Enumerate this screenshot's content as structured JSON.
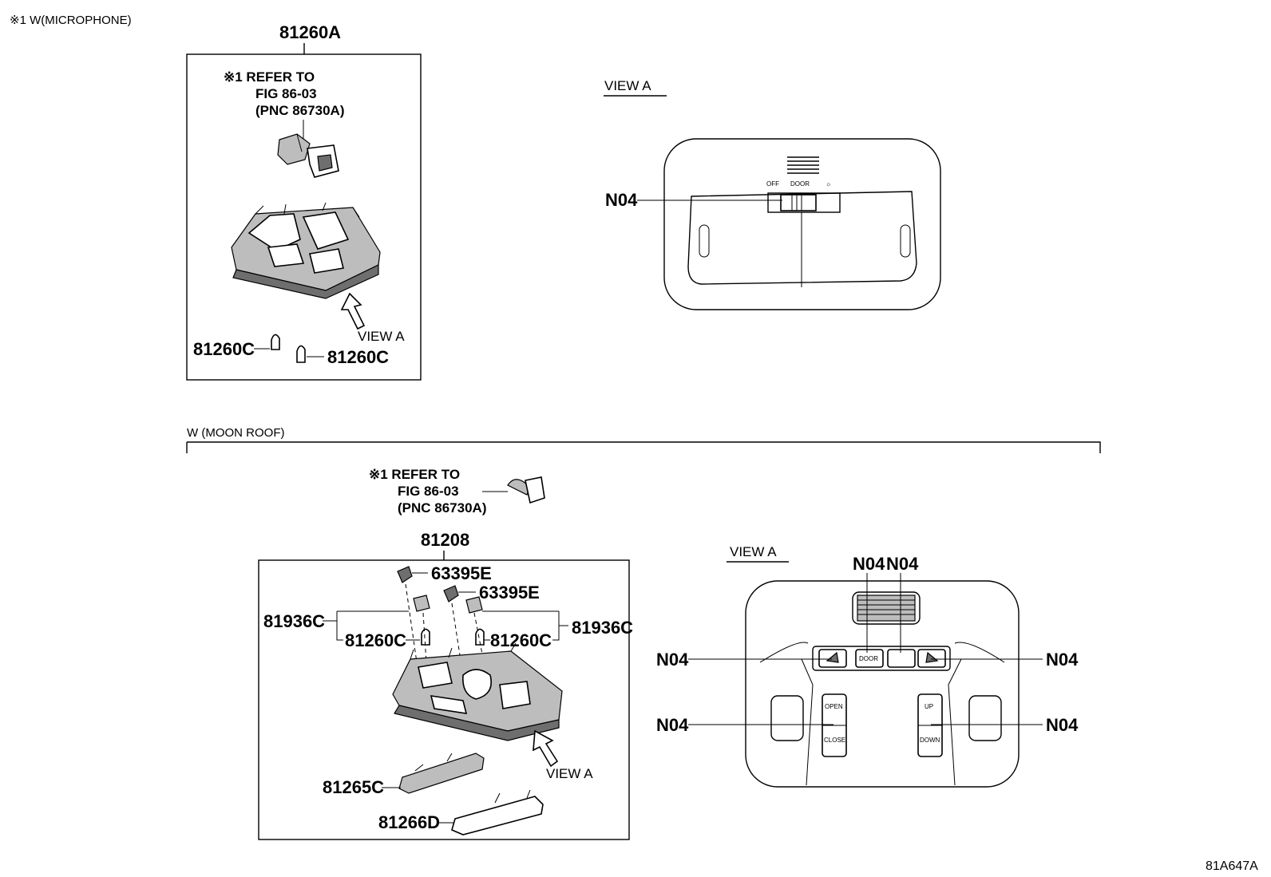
{
  "sections": {
    "microphone": {
      "title": "※1 W(MICROPHONE)"
    },
    "moon_roof": {
      "title": "W (MOON ROOF)"
    }
  },
  "top_group": {
    "part_number": "81260A",
    "refer_line1": "※1 REFER TO",
    "refer_line2": "FIG 86-03",
    "refer_line3": "(PNC 86730A)",
    "view_label": "VIEW A",
    "bulb_left": "81260C",
    "bulb_right": "81260C"
  },
  "top_view": {
    "title": "VIEW A",
    "callout": "N04",
    "switch_labels": [
      "OFF",
      "DOOR",
      "☼"
    ]
  },
  "bottom_group": {
    "refer_line1": "※1 REFER TO",
    "refer_line2": "FIG 86-03",
    "refer_line3": "(PNC 86730A)",
    "part_number": "81208",
    "clip_left": "63395E",
    "clip_right": "63395E",
    "socket_left": "81936C",
    "socket_right": "81936C",
    "bulb_left": "81260C",
    "bulb_right": "81260C",
    "lens_1": "81265C",
    "lens_2": "81266D",
    "view_label": "VIEW A"
  },
  "bottom_view": {
    "title": "VIEW A",
    "callout_top_1": "N04",
    "callout_top_2": "N04",
    "callout_mid_left": "N04",
    "callout_mid_right": "N04",
    "callout_low_left": "N04",
    "callout_low_right": "N04",
    "button_labels": [
      "OPEN",
      "CLOSE",
      "UP",
      "DOWN",
      "DOOR"
    ]
  },
  "figure_code": "81A647A"
}
